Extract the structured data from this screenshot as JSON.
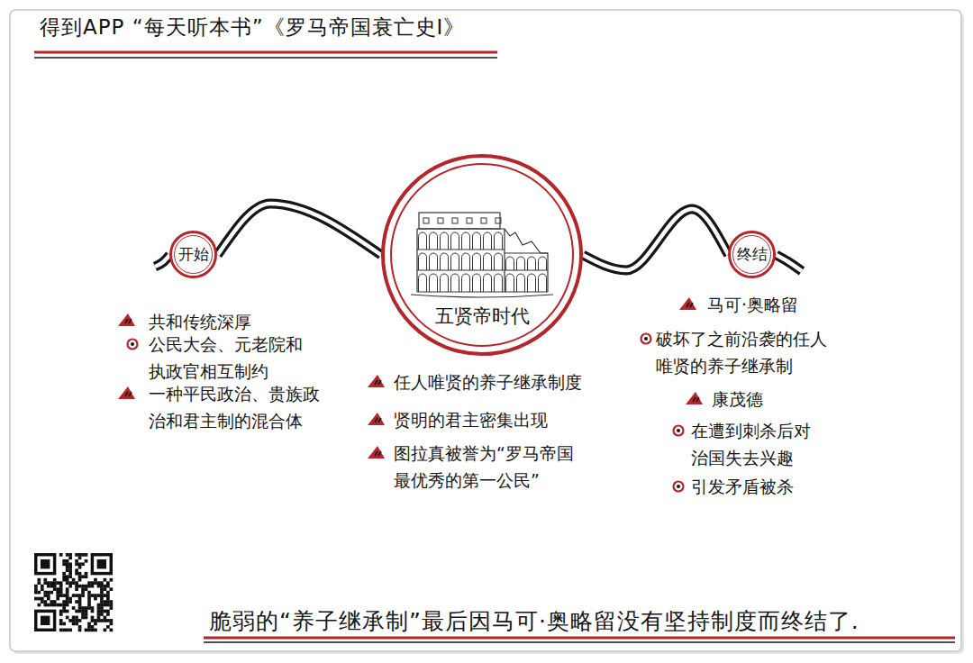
{
  "diagram": {
    "title": "得到APP “每天听本书”《罗马帝国衰亡史I》",
    "caption": "脆弱的“养子继承制”最后因马可·奥略留没有坚持制度而终结了.",
    "nodes": [
      {
        "text": [
          "开始"
        ]
      },
      {
        "text": [
          "五贤帝时代"
        ]
      },
      {
        "text": [
          "终结"
        ]
      }
    ],
    "edges": [
      {
        "from": 0,
        "to": 1,
        "arrow": "none"
      },
      {
        "from": 1,
        "to": 2,
        "arrow": "none"
      }
    ],
    "labels": [
      "共和传统深厚",
      "公民大会、元老院和 执政官相互制约",
      "一种平民政治、贵族政 治和君主制的混合体",
      "任人唯贤的养子继承制度",
      "贤明的君主密集出现",
      "图拉真被誉为“罗马帝国 最优秀的第一公民”",
      "马可·奥略留",
      "破坏了之前沿袭的任人 唯贤的养子继承制",
      "康茂德",
      "在遭到刺杀后对 治国失去兴趣",
      "引发矛盾被杀"
    ]
  }
}
